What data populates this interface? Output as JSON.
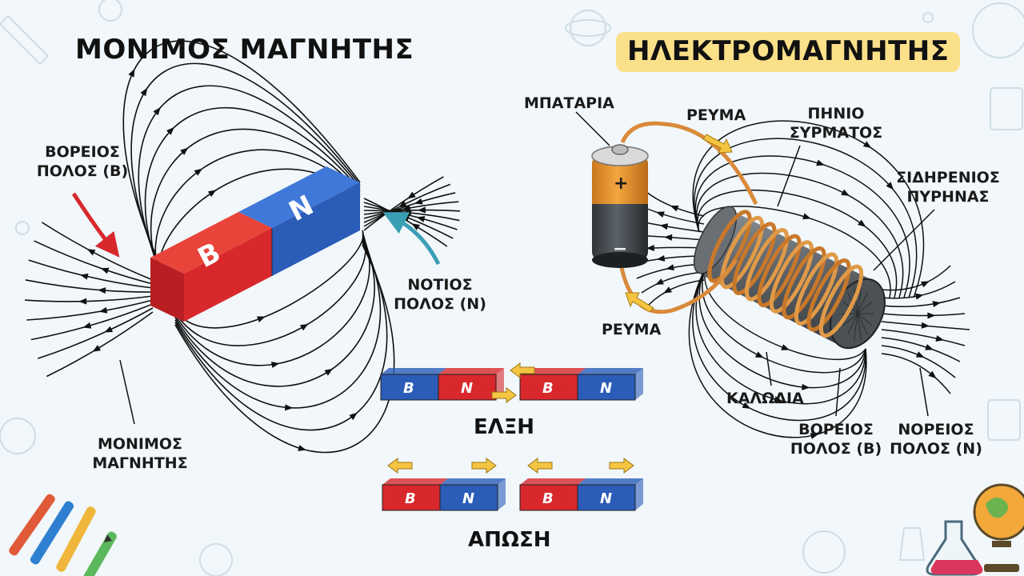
{
  "titles": {
    "permanent": "ΜΟΝΙΜΟΣ ΜΑΓΝΗΤΗΣ",
    "electromagnet": "ΗΛΕΚΤΡΟΜΑΓΝΗΤΗΣ"
  },
  "bar_magnet": {
    "north_pole_label_1": "ΒΟΡΕΙΟΣ",
    "north_pole_label_2": "ΠΟΛΟΣ (Β)",
    "south_pole_label_1": "ΝΟΤΙΟΣ",
    "south_pole_label_2": "ΠΟΛΟΣ (Ν)",
    "magnet_label_1": "ΜΟΝΙΜΟΣ",
    "magnet_label_2": "ΜΑΓΝΗΤΗΣ",
    "letter_b": "B",
    "letter_n": "N"
  },
  "interactions": {
    "attraction": "ΕΛΞΗ",
    "repulsion": "ΑΠΩΣΗ",
    "letter_b": "B",
    "letter_n": "N"
  },
  "electromagnet": {
    "battery": "ΜΠΑΤΑΡΙΑ",
    "current_top": "ΡΕΥΜΑ",
    "current_bottom": "ΡΕΥΜΑ",
    "coil_1": "ΠΗΝΙΟ",
    "coil_2": "ΣΥΡΜΑΤΟΣ",
    "core_1": "ΣΙΔΗΡΕΝΙΟΣ",
    "core_2": "ΠΥΡΗΝΑΣ",
    "wires": "ΚΑΛΩΔΙΑ",
    "north_1": "ΒΟΡΕΙΟΣ",
    "north_2": "ΠΟΛΟΣ (Β)",
    "south_1": "ΝΟΡΕΙΟΣ",
    "south_2": "ΠΟΛΟΣ (Ν)",
    "plus": "+",
    "minus": "−"
  },
  "colors": {
    "red": "#d8282c",
    "blue": "#2a5cb8",
    "copper": "#d98a3a",
    "highlight": "#fbe08a",
    "arrow_yellow": "#f5c542"
  }
}
